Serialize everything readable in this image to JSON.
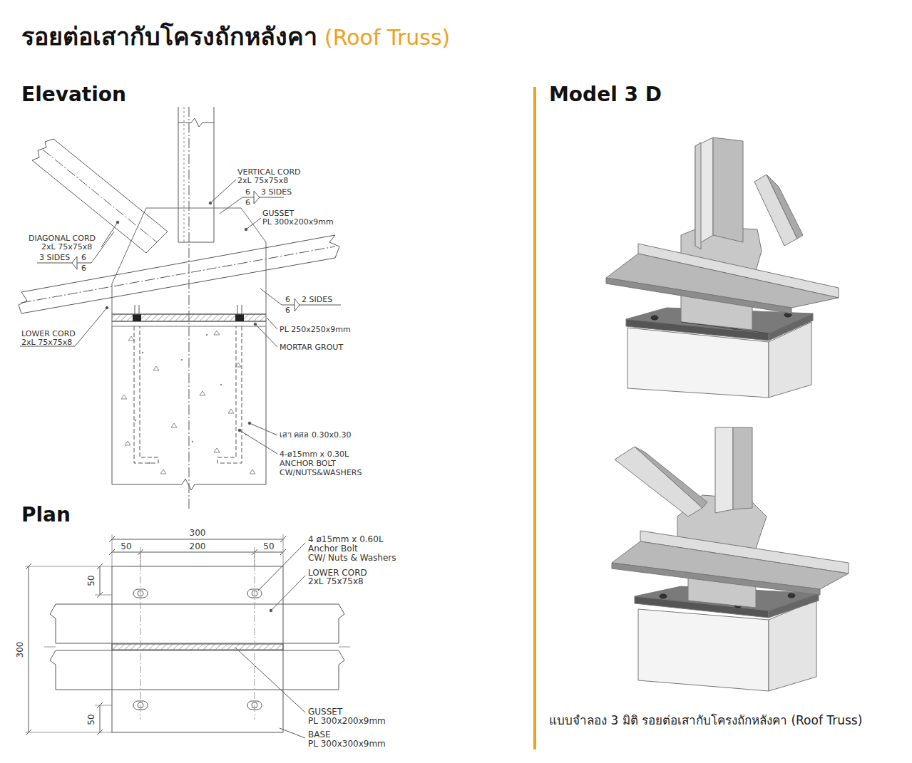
{
  "diagram": {
    "title": "รอยต่อเสากับโครงถักหลังคา",
    "caption": "แบบจำลอง 3 มิติ รอยต่อเสากับโครงถักหลังคา (Roof Truss)",
    "labels": [
      "(Roof Truss)",
      "Elevation",
      "Model 3 D",
      "VERTICAL CORD",
      "2xL 75x75x8",
      "6",
      "3 SIDES",
      "6",
      "GUSSET",
      "PL 300x200x9mm",
      "DIAGONAL CORD",
      "2xL 75x75x8",
      "3 SIDES",
      "6",
      "6",
      "6",
      "2 SIDES",
      "6",
      "LOWER CORD",
      "2xL 75x75x8",
      "PL 250x250x9mm",
      "MORTAR GROUT",
      "เสา คสล 0.30x0.30",
      "4-ø15mm x 0.30L",
      "ANCHOR BOLT",
      "CW/NUTS&WASHERS",
      "Plan",
      "300",
      "50",
      "200",
      "50",
      "4 ø15mm x 0.60L",
      "Anchor Bolt",
      "CW/ Nuts & Washers",
      "LOWER CORD",
      "2xL 75x75x8",
      "300",
      "50",
      "GUSSET",
      "PL 300x200x9mm",
      "50",
      "BASE",
      "PL 300x300x9mm"
    ]
  }
}
